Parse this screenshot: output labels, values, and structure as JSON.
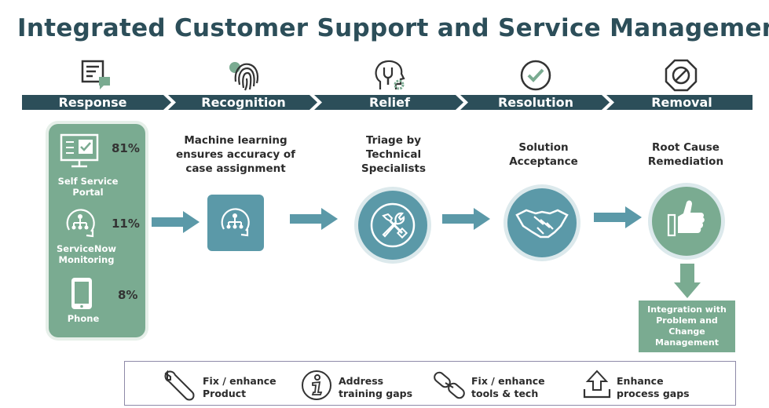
{
  "title": "Integrated Customer Support and Service Management",
  "stages": [
    {
      "label": "Response",
      "icon": "chat-document-icon"
    },
    {
      "label": "Recognition",
      "icon": "fingerprint-icon"
    },
    {
      "label": "Relief",
      "icon": "head-wrench-gear-icon"
    },
    {
      "label": "Resolution",
      "icon": "check-circle-icon"
    },
    {
      "label": "Removal",
      "icon": "no-entry-octagon-icon"
    }
  ],
  "channels": [
    {
      "label": "Self Service Portal",
      "percent": "81%",
      "icon": "monitor-check-icon"
    },
    {
      "label": "ServiceNow Monitoring",
      "percent": "11%",
      "icon": "cycle-hierarchy-icon"
    },
    {
      "label": "Phone",
      "percent": "8%",
      "icon": "phone-icon"
    }
  ],
  "steps": [
    {
      "text": "Machine learning ensures accuracy of case assignment",
      "icon": "cycle-hierarchy-icon"
    },
    {
      "text": "Triage by Technical Specialists",
      "icon": "tools-icon"
    },
    {
      "text": "Solution Acceptance",
      "icon": "handshake-icon"
    },
    {
      "text": "Root Cause Remediation",
      "icon": "thumbs-up-icon"
    }
  ],
  "integration": "Integration with Problem and Change Management",
  "legend": [
    {
      "line1": "Fix / enhance",
      "line2": "Product",
      "icon": "wrench-icon"
    },
    {
      "line1": "Address",
      "line2": "training gaps",
      "icon": "info-icon"
    },
    {
      "line1": "Fix / enhance",
      "line2": "tools & tech",
      "icon": "link-icon"
    },
    {
      "line1": "Enhance",
      "line2": "process gaps",
      "icon": "upload-tray-icon"
    }
  ],
  "colors": {
    "band": "#2c4e59",
    "green": "#7aab91",
    "teal": "#5b99a8",
    "title": "#2c4e59"
  }
}
